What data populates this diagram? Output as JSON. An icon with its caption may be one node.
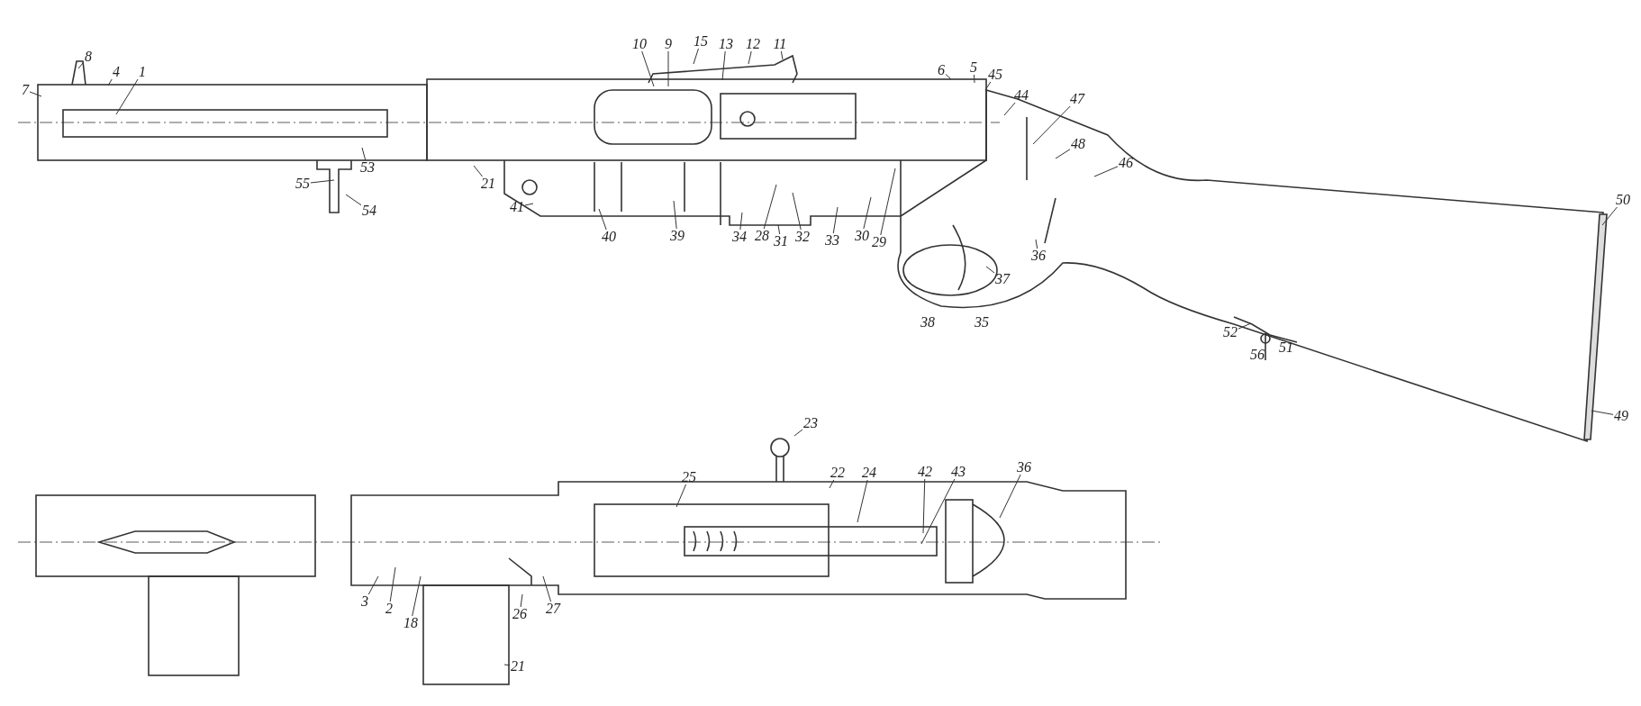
{
  "diagram": {
    "nodes": [
      {
        "text": [
          "8"
        ]
      },
      {
        "text": [
          "4"
        ]
      },
      {
        "text": [
          "1"
        ]
      },
      {
        "text": [
          "10"
        ]
      },
      {
        "text": [
          "9"
        ]
      },
      {
        "text": [
          "15"
        ]
      },
      {
        "text": [
          "13"
        ]
      },
      {
        "text": [
          "12"
        ]
      },
      {
        "text": [
          "11"
        ]
      },
      {
        "text": [
          "6"
        ]
      },
      {
        "text": [
          "5"
        ]
      },
      {
        "text": [
          "45"
        ]
      },
      {
        "text": [
          "7"
        ]
      },
      {
        "text": [
          "44"
        ]
      },
      {
        "text": [
          "47"
        ]
      },
      {
        "text": [
          "48"
        ]
      },
      {
        "text": [
          "46"
        ]
      },
      {
        "text": [
          "55"
        ]
      },
      {
        "text": [
          "53"
        ]
      },
      {
        "text": [
          "21"
        ]
      },
      {
        "text": [
          "54"
        ]
      },
      {
        "text": [
          "41"
        ]
      },
      {
        "text": [
          "40"
        ]
      },
      {
        "text": [
          "39"
        ]
      },
      {
        "text": [
          "34"
        ]
      },
      {
        "text": [
          "28"
        ]
      },
      {
        "text": [
          "31"
        ]
      },
      {
        "text": [
          "32"
        ]
      },
      {
        "text": [
          "33"
        ]
      },
      {
        "text": [
          "30"
        ]
      },
      {
        "text": [
          "29"
        ]
      },
      {
        "text": [
          "36"
        ]
      },
      {
        "text": [
          "37"
        ]
      },
      {
        "text": [
          "50"
        ]
      },
      {
        "text": [
          "52"
        ]
      },
      {
        "text": [
          "49"
        ]
      },
      {
        "text": [
          "23"
        ]
      },
      {
        "text": [
          "25"
        ]
      },
      {
        "text": [
          "22"
        ]
      },
      {
        "text": [
          "24"
        ]
      },
      {
        "text": [
          "42"
        ]
      },
      {
        "text": [
          "43"
        ]
      },
      {
        "text": [
          "36"
        ]
      },
      {
        "text": [
          "3"
        ]
      },
      {
        "text": [
          "2"
        ]
      },
      {
        "text": [
          "18"
        ]
      },
      {
        "text": [
          "26"
        ]
      },
      {
        "text": [
          "27"
        ]
      },
      {
        "text": [
          "21"
        ]
      }
    ],
    "edges": [
      {
        "from": 0,
        "to": null,
        "arrow": "none"
      },
      {
        "from": 1,
        "to": null,
        "arrow": "none"
      },
      {
        "from": 2,
        "to": null,
        "arrow": "none"
      },
      {
        "from": 3,
        "to": null,
        "arrow": "none"
      },
      {
        "from": 4,
        "to": null,
        "arrow": "none"
      },
      {
        "from": 5,
        "to": null,
        "arrow": "none"
      },
      {
        "from": 6,
        "to": null,
        "arrow": "none"
      },
      {
        "from": 7,
        "to": null,
        "arrow": "none"
      },
      {
        "from": 8,
        "to": null,
        "arrow": "none"
      },
      {
        "from": 9,
        "to": null,
        "arrow": "none"
      },
      {
        "from": 10,
        "to": null,
        "arrow": "none"
      },
      {
        "from": 11,
        "to": null,
        "arrow": "none"
      },
      {
        "from": 12,
        "to": null,
        "arrow": "none"
      },
      {
        "from": 13,
        "to": null,
        "arrow": "none"
      },
      {
        "from": 14,
        "to": null,
        "arrow": "none"
      },
      {
        "from": 15,
        "to": null,
        "arrow": "none"
      },
      {
        "from": 16,
        "to": null,
        "arrow": "none"
      },
      {
        "from": 17,
        "to": null,
        "arrow": "none"
      },
      {
        "from": 18,
        "to": null,
        "arrow": "none"
      },
      {
        "from": 19,
        "to": null,
        "arrow": "none"
      },
      {
        "from": 20,
        "to": null,
        "arrow": "none"
      },
      {
        "from": 21,
        "to": null,
        "arrow": "none"
      },
      {
        "from": 22,
        "to": null,
        "arrow": "none"
      },
      {
        "from": 23,
        "to": null,
        "arrow": "none"
      },
      {
        "from": 24,
        "to": null,
        "arrow": "none"
      },
      {
        "from": 25,
        "to": null,
        "arrow": "none"
      },
      {
        "from": 26,
        "to": null,
        "arrow": "none"
      },
      {
        "from": 27,
        "to": null,
        "arrow": "none"
      },
      {
        "from": 28,
        "to": null,
        "arrow": "none"
      },
      {
        "from": 29,
        "to": null,
        "arrow": "none"
      },
      {
        "from": 30,
        "to": null,
        "arrow": "none"
      },
      {
        "from": 31,
        "to": null,
        "arrow": "none"
      },
      {
        "from": 32,
        "to": null,
        "arrow": "none"
      },
      {
        "from": 33,
        "to": null,
        "arrow": "none"
      },
      {
        "from": 34,
        "to": null,
        "arrow": "none"
      },
      {
        "from": 35,
        "to": null,
        "arrow": "none"
      },
      {
        "from": 36,
        "to": null,
        "arrow": "none"
      },
      {
        "from": 37,
        "to": null,
        "arrow": "none"
      },
      {
        "from": 38,
        "to": null,
        "arrow": "none"
      },
      {
        "from": 39,
        "to": null,
        "arrow": "none"
      },
      {
        "from": 40,
        "to": null,
        "arrow": "none"
      },
      {
        "from": 41,
        "to": null,
        "arrow": "none"
      },
      {
        "from": 42,
        "to": null,
        "arrow": "none"
      },
      {
        "from": 43,
        "to": null,
        "arrow": "none"
      },
      {
        "from": 44,
        "to": null,
        "arrow": "none"
      },
      {
        "from": 45,
        "to": null,
        "arrow": "none"
      },
      {
        "from": 46,
        "to": null,
        "arrow": "none"
      },
      {
        "from": 47,
        "to": null,
        "arrow": "none"
      },
      {
        "from": 48,
        "to": null,
        "arrow": "none"
      }
    ],
    "labels": [
      "38",
      "35",
      "56",
      "51"
    ]
  }
}
